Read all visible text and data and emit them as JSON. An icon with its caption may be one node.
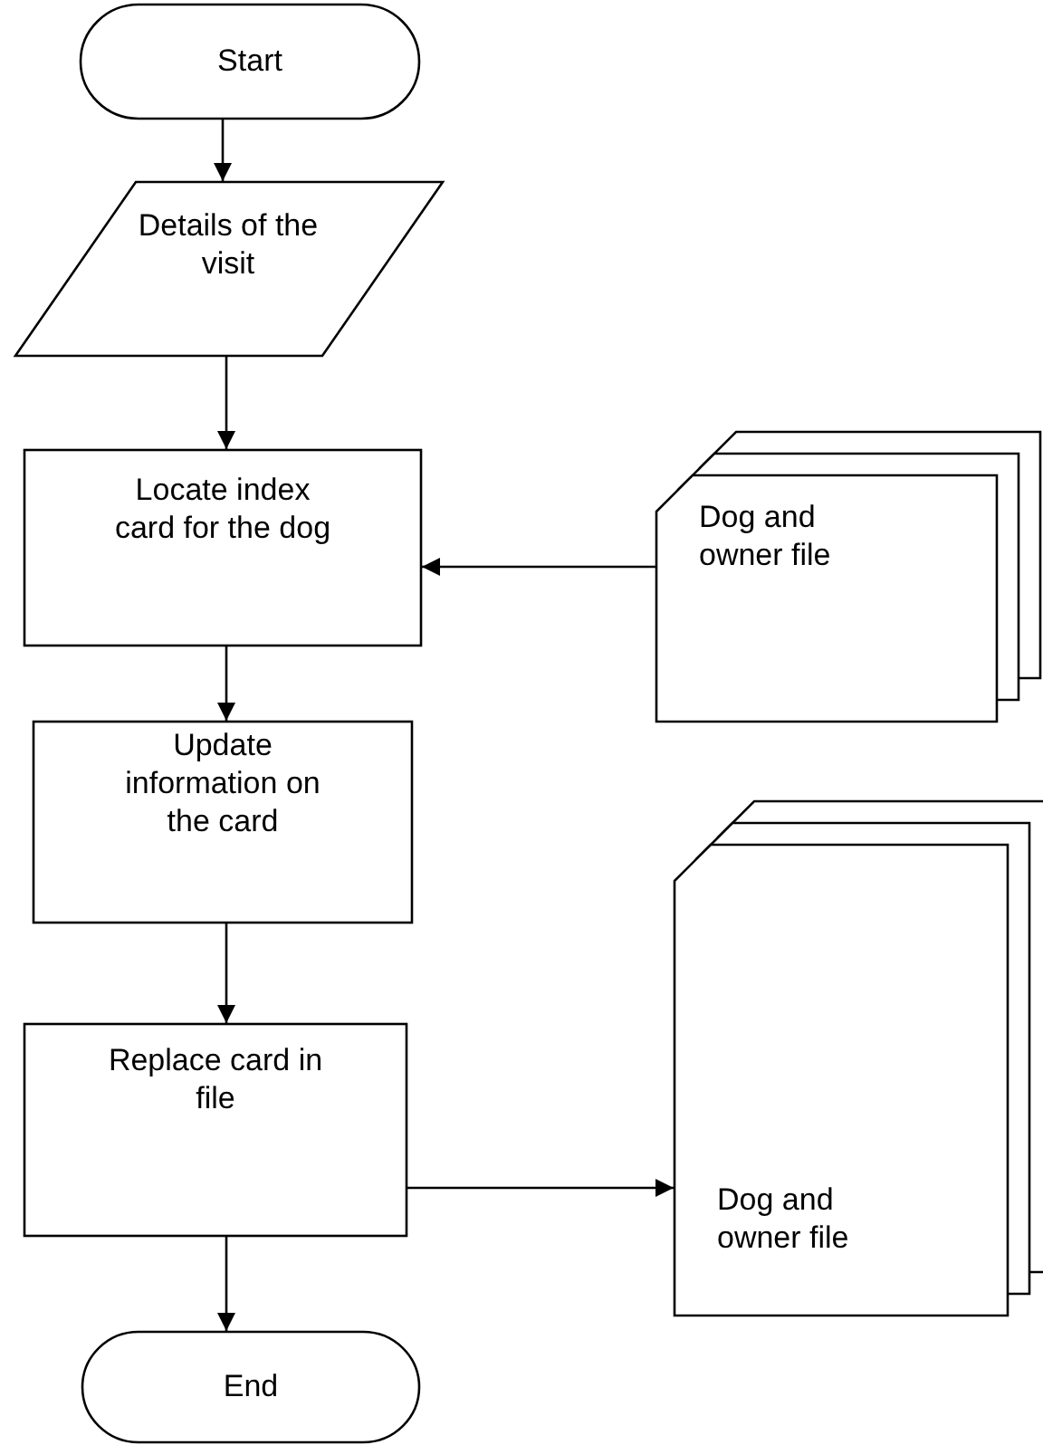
{
  "diagram": {
    "nodes": [
      {
        "text": [
          "Start"
        ]
      },
      {
        "text": [
          "Details of the visit"
        ]
      },
      {
        "text": [
          "Locate index card for the dog"
        ]
      },
      {
        "text": [
          "Dog and owner file"
        ]
      },
      {
        "text": [
          "Update information on the card"
        ]
      },
      {
        "text": [
          "Replace card in file"
        ]
      },
      {
        "text": [
          "Dog and owner file"
        ]
      },
      {
        "text": [
          "End"
        ]
      }
    ],
    "edges": [
      {
        "from": 0,
        "to": 1,
        "arrow": "to"
      },
      {
        "from": 1,
        "to": 2,
        "arrow": "to"
      },
      {
        "from": 3,
        "to": 2,
        "arrow": "to"
      },
      {
        "from": 2,
        "to": 4,
        "arrow": "to"
      },
      {
        "from": 4,
        "to": 5,
        "arrow": "to"
      },
      {
        "from": 5,
        "to": 6,
        "arrow": "to"
      },
      {
        "from": 5,
        "to": 7,
        "arrow": "to"
      }
    ]
  }
}
